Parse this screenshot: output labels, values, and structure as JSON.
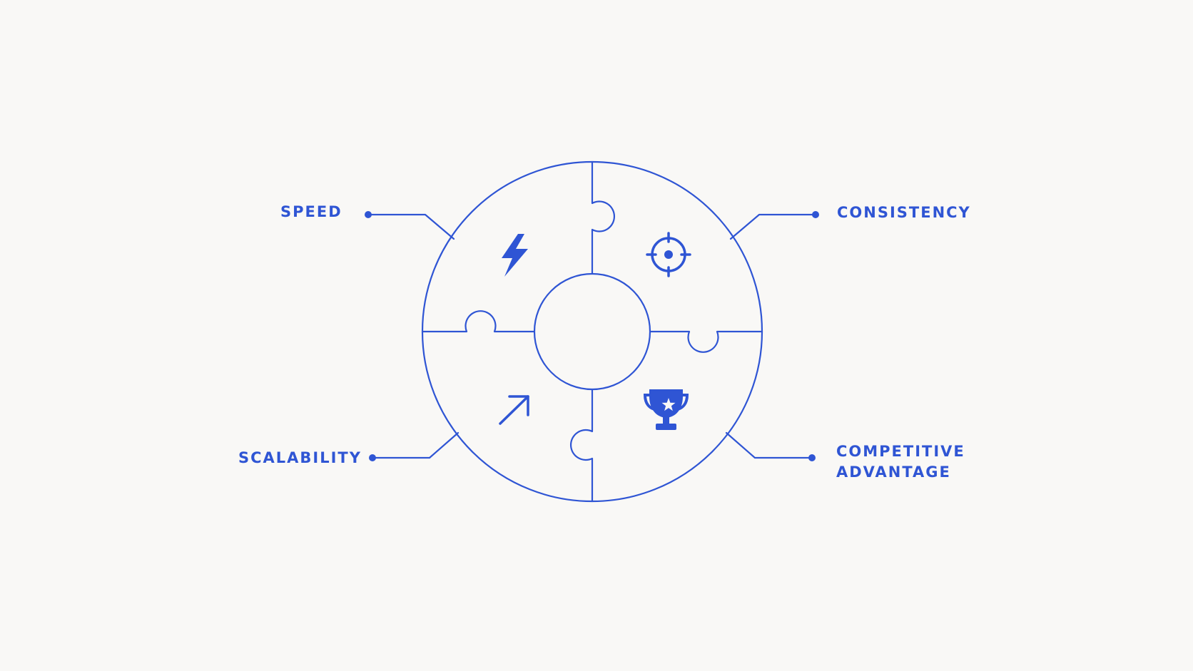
{
  "colors": {
    "background": "#f9f8f6",
    "accent": "#2f55d4"
  },
  "segments": [
    {
      "key": "speed",
      "label_lines": [
        "SPEED"
      ],
      "icon": "lightning-bolt-icon"
    },
    {
      "key": "consistency",
      "label_lines": [
        "CONSISTENCY"
      ],
      "icon": "target-crosshair-icon"
    },
    {
      "key": "scalability",
      "label_lines": [
        "SCALABILITY"
      ],
      "icon": "arrow-up-right-icon"
    },
    {
      "key": "competitive-advantage",
      "label_lines": [
        "COMPETITIVE",
        "ADVANTAGE"
      ],
      "icon": "trophy-star-icon"
    }
  ]
}
